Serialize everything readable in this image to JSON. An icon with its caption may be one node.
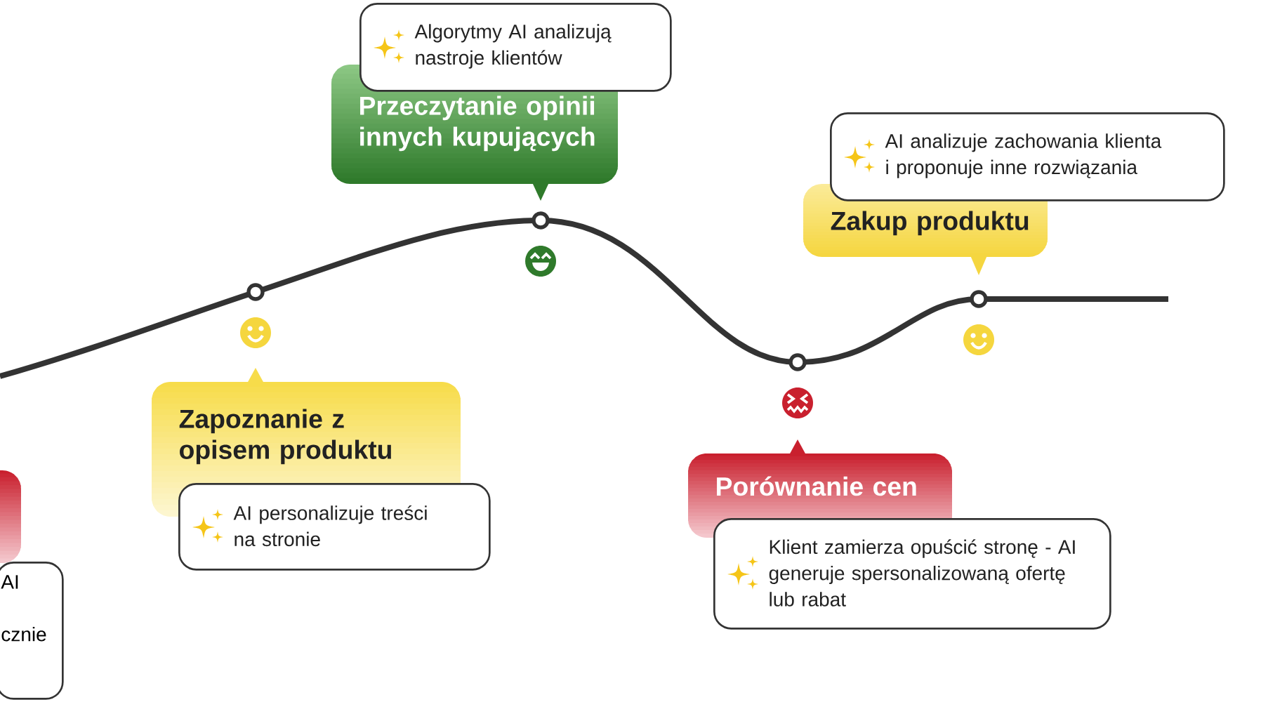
{
  "diagram": {
    "nodes": [
      {
        "text": [],
        "shape": "box"
      },
      {
        "text": [
          "AI",
          "cznie"
        ]
      },
      {
        "text": [
          "Zapoznanie z opisem produktu"
        ]
      },
      {
        "text": [
          "AI personalizuje treści na stronie"
        ]
      },
      {
        "text": [
          "Algorytmy AI analizują nastroje klientów"
        ]
      },
      {
        "text": [
          "Przeczytanie opinii innych kupujących"
        ]
      },
      {
        "text": [
          "Porównanie cen"
        ]
      },
      {
        "text": [
          "Klient zamierza opuścić stronę - AI generuje spersonalizowaną ofertę lub rabat"
        ]
      },
      {
        "text": [
          "Zakup produktu"
        ]
      },
      {
        "text": [
          "AI analizuje zachowania klienta i proponuje inne rozwiązania"
        ]
      }
    ]
  }
}
